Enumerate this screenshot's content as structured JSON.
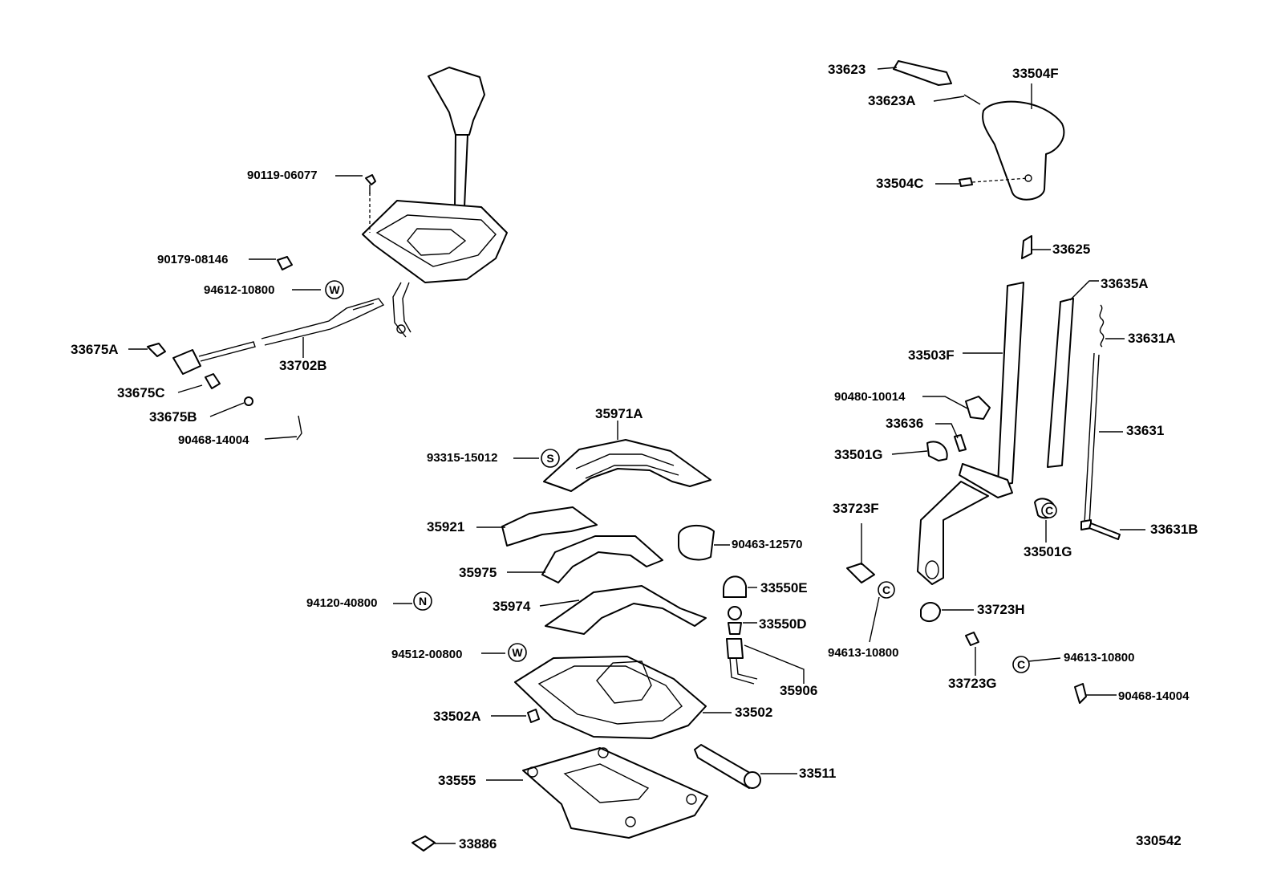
{
  "diagram_number": "330542",
  "part_labels": {
    "p90119_06077": "90119-06077",
    "p90179_08146": "90179-08146",
    "p94612_10800": "94612-10800",
    "p33675A": "33675A",
    "p33702B": "33702B",
    "p33675C": "33675C",
    "p33675B": "33675B",
    "p90468_14004_l": "90468-14004",
    "p35971A": "35971A",
    "p93315_15012": "93315-15012",
    "p35921": "35921",
    "p90463_12570": "90463-12570",
    "p35975": "35975",
    "p33550E": "33550E",
    "p94120_40800": "94120-40800",
    "p35974": "35974",
    "p33550D": "33550D",
    "p94512_00800": "94512-00800",
    "p35906": "35906",
    "p33502A": "33502A",
    "p33502": "33502",
    "p33555": "33555",
    "p33511": "33511",
    "p33886": "33886",
    "p33623": "33623",
    "p33504F": "33504F",
    "p33623A": "33623A",
    "p33504C": "33504C",
    "p33625": "33625",
    "p33635A": "33635A",
    "p33631A": "33631A",
    "p33503F": "33503F",
    "p90480_10014": "90480-10014",
    "p33636": "33636",
    "p33631": "33631",
    "p33501G_l": "33501G",
    "p33723F": "33723F",
    "p33631B": "33631B",
    "p33501G_r": "33501G",
    "p33723H": "33723H",
    "p94613_10800_l": "94613-10800",
    "p94613_10800_r": "94613-10800",
    "p33723G": "33723G",
    "p90468_14004_r": "90468-14004"
  },
  "marks": {
    "w1": "W",
    "s1": "S",
    "n1": "N",
    "w2": "W",
    "c1": "C",
    "c2": "C",
    "c3": "C"
  }
}
